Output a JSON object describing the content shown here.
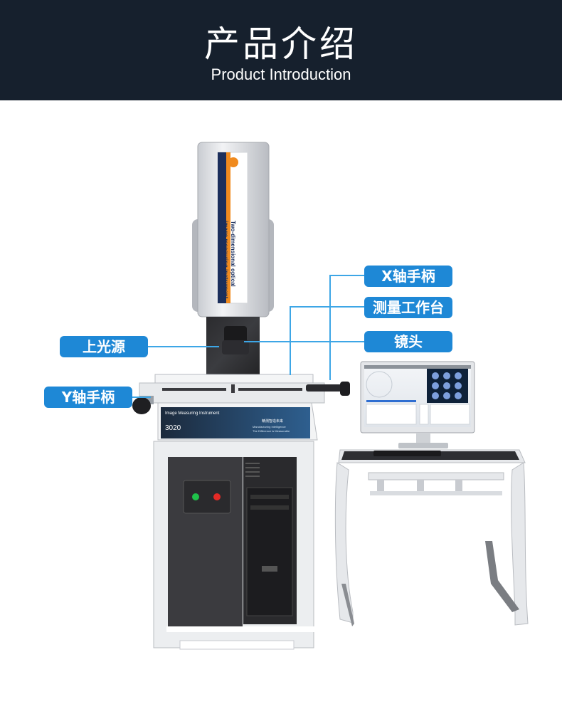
{
  "header": {
    "title_cn": "产品介绍",
    "title_en": "Product Introduction"
  },
  "colors": {
    "header_bg": "#16202d",
    "label_bg": "#1e88d6",
    "line": "#3da6e6"
  },
  "labels": {
    "x_handle": "X轴手柄",
    "worktable": "测量工作台",
    "lens": "镜头",
    "top_light": "上光源",
    "y_handle": "Y轴手柄"
  },
  "machine": {
    "head_panel_line1": "Two-dimensional optical",
    "head_panel_line2": "image measuring instrument",
    "front_panel_title": "Image Measuring Instrument",
    "model": "3020",
    "front_panel_cn": "精测智造未来",
    "front_panel_en1": "Manufacturing Intelligence",
    "front_panel_en2": "The Difference is Measurable"
  }
}
